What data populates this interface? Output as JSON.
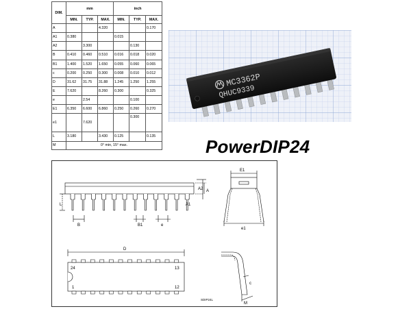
{
  "table": {
    "header": {
      "dim": "DIM.",
      "mm": "mm",
      "inch": "inch",
      "min": "MIN.",
      "typ": "TYP.",
      "max": "MAX."
    },
    "rows": [
      {
        "dim": "A",
        "mm_min": "",
        "mm_typ": "",
        "mm_max": "4.320",
        "in_min": "",
        "in_typ": "",
        "in_max": "0.170"
      },
      {
        "dim": "A1",
        "mm_min": "0.380",
        "mm_typ": "",
        "mm_max": "",
        "in_min": "0.015",
        "in_typ": "",
        "in_max": ""
      },
      {
        "dim": "A2",
        "mm_min": "",
        "mm_typ": "3.300",
        "mm_max": "",
        "in_min": "",
        "in_typ": "0.130",
        "in_max": ""
      },
      {
        "dim": "B",
        "mm_min": "0.410",
        "mm_typ": "0.460",
        "mm_max": "0.510",
        "in_min": "0.016",
        "in_typ": "0.018",
        "in_max": "0.020"
      },
      {
        "dim": "B1",
        "mm_min": "1.400",
        "mm_typ": "1.520",
        "mm_max": "1.650",
        "in_min": "0.055",
        "in_typ": "0.060",
        "in_max": "0.065"
      },
      {
        "dim": "c",
        "mm_min": "0.200",
        "mm_typ": "0.250",
        "mm_max": "0.300",
        "in_min": "0.008",
        "in_typ": "0.010",
        "in_max": "0.012"
      },
      {
        "dim": "D",
        "mm_min": "31.62",
        "mm_typ": "31.75",
        "mm_max": "31.88",
        "in_min": "1.245",
        "in_typ": "1.250",
        "in_max": "1.255"
      },
      {
        "dim": "E",
        "mm_min": "7.620",
        "mm_typ": "",
        "mm_max": "8.260",
        "in_min": "0.300",
        "in_typ": "",
        "in_max": "0.325"
      },
      {
        "dim": "e",
        "mm_min": "",
        "mm_typ": "2.54",
        "mm_max": "",
        "in_min": "",
        "in_typ": "0.100",
        "in_max": ""
      },
      {
        "dim": "E1",
        "mm_min": "6.350",
        "mm_typ": "6.600",
        "mm_max": "6.860",
        "in_min": "0.250",
        "in_typ": "0.260",
        "in_max": "0.270"
      },
      {
        "dim": "e1",
        "mm_min": "",
        "mm_typ": "7.620",
        "mm_max": "",
        "in_min": "",
        "in_typ": "0.300",
        "in_max": ""
      },
      {
        "dim": "L",
        "mm_min": "3.180",
        "mm_typ": "",
        "mm_max": "3.430",
        "in_min": "0.125",
        "in_typ": "",
        "in_max": "0.135"
      }
    ],
    "m_row": {
      "dim": "M",
      "value": "0° min, 15° max."
    }
  },
  "photo": {
    "marking_line1": "MC3362P",
    "marking_line2": "QHUC9339",
    "logo": "motorola-logo-icon"
  },
  "title": "PowerDIP24",
  "drawing": {
    "labels": {
      "A": "A",
      "A1": "A1",
      "A2": "A2",
      "L": "L",
      "B": "B",
      "B1": "B1",
      "e": "e",
      "E1": "E1",
      "e1": "e1",
      "D": "D",
      "pin24": "24",
      "pin13": "13",
      "pin1": "1",
      "pin12": "12",
      "c": "c",
      "M": "M",
      "code": "SDIP24L"
    }
  },
  "colors": {
    "photo_bg": "#eef1f8",
    "grid_line": "#9db4dc",
    "chip_body": "#1b1b1b",
    "pin": "#b9bcbf"
  }
}
